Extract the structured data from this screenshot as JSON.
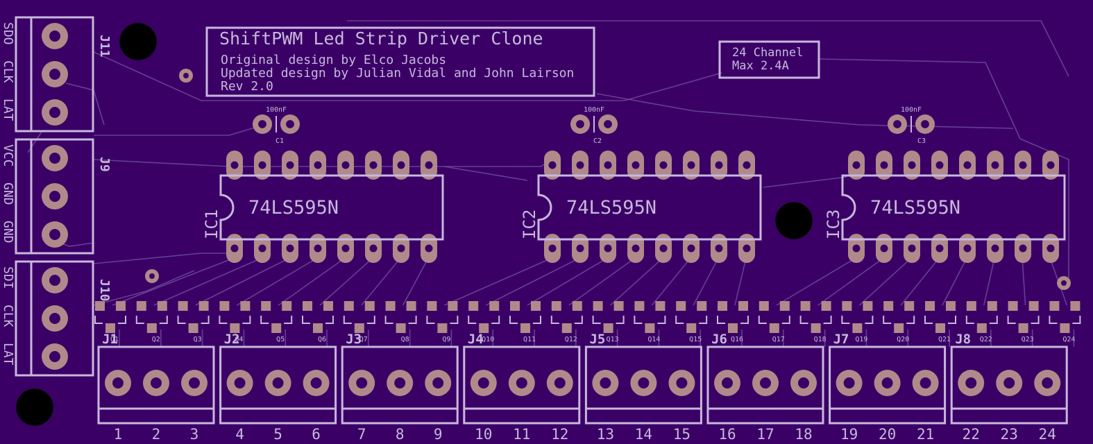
{
  "colors": {
    "board": "#3a0066",
    "silkscreen": "#c8b8dc",
    "copper_pad": "#b08a8a",
    "trace": "#6e4a9a",
    "drill": "#000000"
  },
  "title_block": {
    "title": "ShiftPWM Led Strip Driver Clone",
    "line1": "Original design by Elco Jacobs",
    "line2": "Updated design by Julian Vidal and John Lairson",
    "line3": "Rev 2.0"
  },
  "spec_block": {
    "line1": "24 Channel",
    "line2": "Max 2.4A"
  },
  "input_headers": [
    {
      "ref": "J11",
      "pins": [
        "SDO",
        "CLK",
        "LAT"
      ]
    },
    {
      "ref": "J9",
      "pins": [
        "VCC",
        "GND",
        "GND"
      ]
    },
    {
      "ref": "J10",
      "pins": [
        "SDI",
        "CLK",
        "LAT"
      ]
    }
  ],
  "chips": [
    {
      "ref": "IC1",
      "part": "74LS595N",
      "cap_ref": "C1",
      "cap_value": "100nF"
    },
    {
      "ref": "IC2",
      "part": "74LS595N",
      "cap_ref": "C2",
      "cap_value": "100nF"
    },
    {
      "ref": "IC3",
      "part": "74LS595N",
      "cap_ref": "C3",
      "cap_value": "100nF"
    }
  ],
  "transistors": [
    "Q1",
    "Q2",
    "Q3",
    "Q4",
    "Q5",
    "Q6",
    "Q7",
    "Q8",
    "Q9",
    "Q10",
    "Q11",
    "Q12",
    "Q13",
    "Q14",
    "Q15",
    "Q16",
    "Q17",
    "Q18",
    "Q19",
    "Q20",
    "Q21",
    "Q22",
    "Q23",
    "Q24"
  ],
  "output_headers": [
    {
      "ref": "J1",
      "channels": [
        "1",
        "2",
        "3"
      ]
    },
    {
      "ref": "J2",
      "channels": [
        "4",
        "5",
        "6"
      ]
    },
    {
      "ref": "J3",
      "channels": [
        "7",
        "8",
        "9"
      ]
    },
    {
      "ref": "J4",
      "channels": [
        "10",
        "11",
        "12"
      ]
    },
    {
      "ref": "J5",
      "channels": [
        "13",
        "14",
        "15"
      ]
    },
    {
      "ref": "J6",
      "channels": [
        "16",
        "17",
        "18"
      ]
    },
    {
      "ref": "J7",
      "channels": [
        "19",
        "20",
        "21"
      ]
    },
    {
      "ref": "J8",
      "channels": [
        "22",
        "23",
        "24"
      ]
    }
  ]
}
